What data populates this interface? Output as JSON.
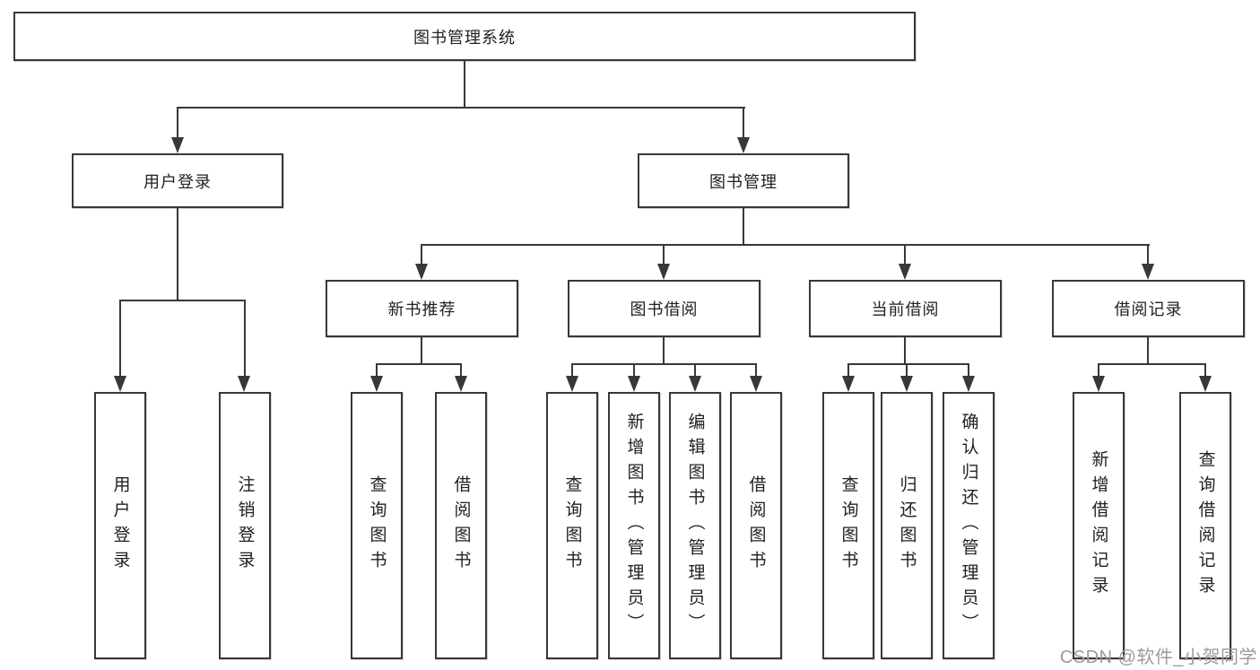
{
  "diagram_type": "hierarchy-tree",
  "tree": {
    "label": "图书管理系统",
    "children": [
      {
        "label": "用户登录",
        "children": [
          {
            "label": "用户登录"
          },
          {
            "label": "注销登录"
          }
        ]
      },
      {
        "label": "图书管理",
        "children": [
          {
            "label": "新书推荐",
            "children": [
              {
                "label": "查询图书"
              },
              {
                "label": "借阅图书"
              }
            ]
          },
          {
            "label": "图书借阅",
            "children": [
              {
                "label": "查询图书"
              },
              {
                "label": "新增图书（管理员）"
              },
              {
                "label": "编辑图书（管理员）"
              },
              {
                "label": "借阅图书"
              }
            ]
          },
          {
            "label": "当前借阅",
            "children": [
              {
                "label": "查询图书"
              },
              {
                "label": "归还图书"
              },
              {
                "label": "确认归还（管理员）"
              }
            ]
          },
          {
            "label": "借阅记录",
            "children": [
              {
                "label": "新增借阅记录"
              },
              {
                "label": "查询借阅记录"
              }
            ]
          }
        ]
      }
    ]
  },
  "watermark": {
    "text": "CSDN @软件_小贺同学"
  },
  "colors": {
    "line": "#383838",
    "text": "#212121",
    "watermark": "#9b9b9b",
    "background": "#ffffff"
  }
}
